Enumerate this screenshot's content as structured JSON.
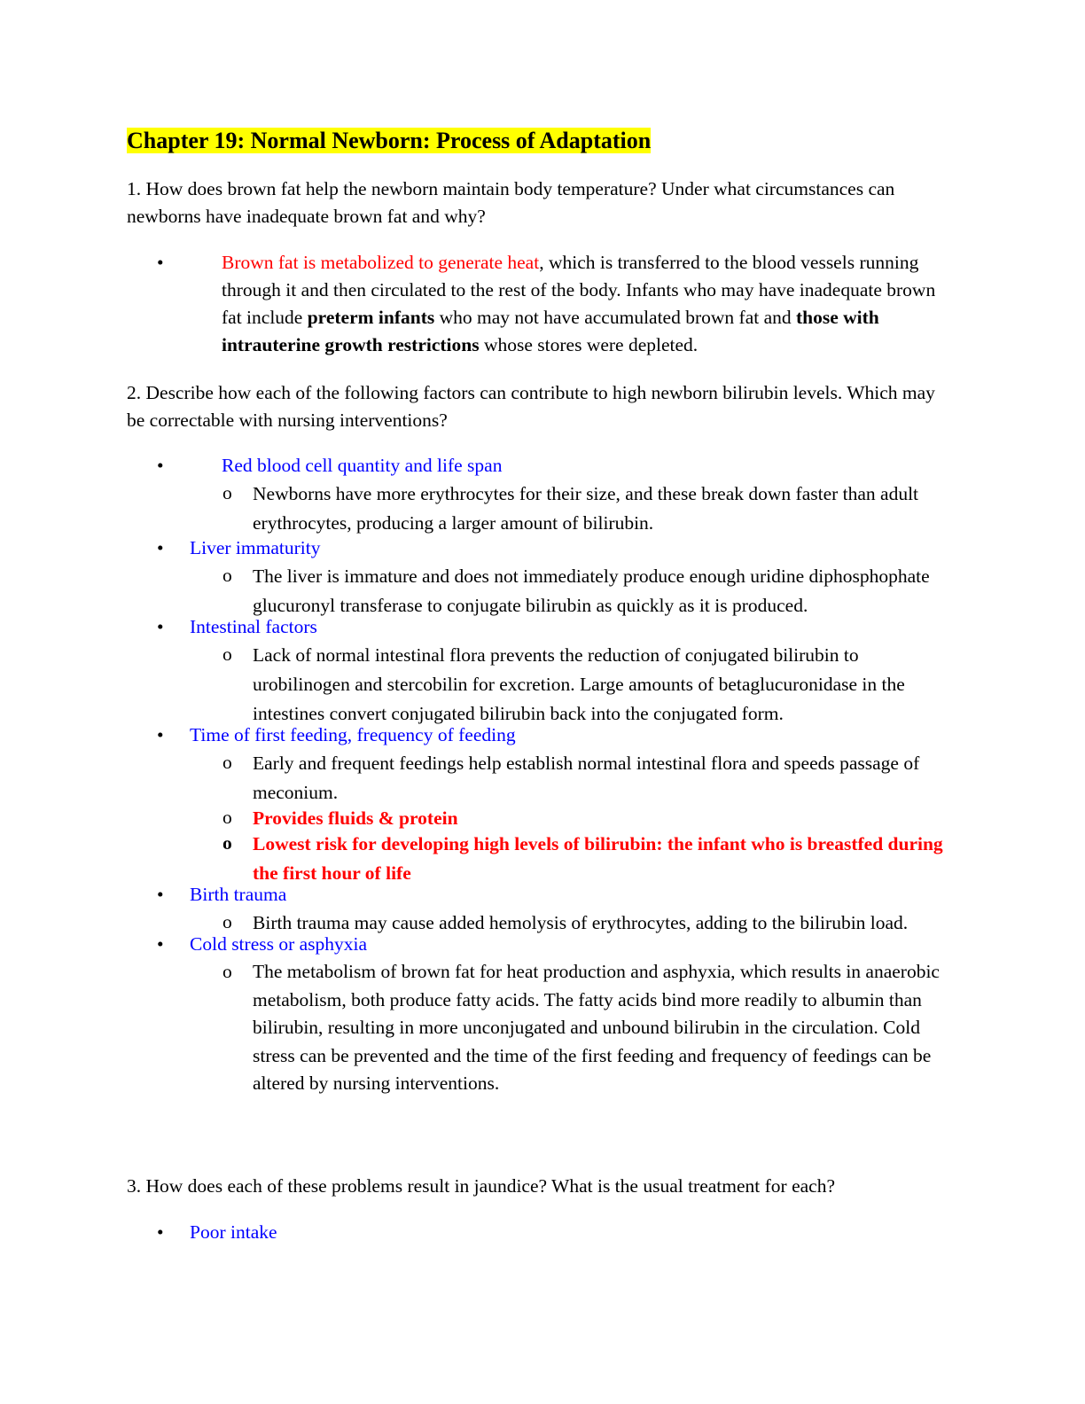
{
  "title": "Chapter 19:  Normal Newborn:  Process of Adaptation",
  "q1": {
    "text": "1.   How does brown fat help the newborn maintain body temperature? Under what circumstances can newborns have inadequate brown fat and why?",
    "answer": {
      "red_lead": "Brown fat is metabolized to generate heat",
      "part1": ", which is transferred to the blood vessels running through it and then circulated to the rest of the body. Infants who may have inadequate brown fat include ",
      "bold1": "preterm infants",
      "part2": " who may not have accumulated brown fat and ",
      "bold2": "those with intrauterine growth restrictions",
      "part3": " whose stores were depleted."
    }
  },
  "q2": {
    "text": "2.  Describe how each of the following factors can contribute to high newborn bilirubin levels. Which may be correctable with nursing interventions?",
    "factors": [
      {
        "label": "Red blood cell quantity and life span",
        "subs": [
          "Newborns have more erythrocytes for their size, and these break down faster than adult erythrocytes, producing a larger amount of bilirubin."
        ]
      },
      {
        "label": "Liver immaturity",
        "subs": [
          "The liver is immature and does not immediately produce enough uridine diphosphophate glucuronyl transferase to conjugate bilirubin as quickly as it is produced."
        ]
      },
      {
        "label": "Intestinal factors",
        "subs": [
          "Lack of normal intestinal flora prevents the reduction of conjugated bilirubin to urobilinogen and stercobilin for excretion. Large amounts of betaglucuronidase in the intestines convert conjugated bilirubin back into the conjugated form."
        ]
      },
      {
        "label": "Time of first feeding, frequency of feeding",
        "subs": [
          "Early and frequent feedings help establish normal intestinal flora and speeds passage of meconium.",
          "Provides fluids & protein",
          "Lowest risk for developing high levels of bilirubin: the infant who is breastfed during the first hour of life"
        ]
      },
      {
        "label": "Birth trauma",
        "subs": [
          "Birth trauma may cause added hemolysis of erythrocytes, adding to the bilirubin load."
        ]
      },
      {
        "label": "Cold stress or asphyxia",
        "subs": [
          "The metabolism of brown fat for heat production and asphyxia, which results in anaerobic metabolism, both produce fatty acids. The fatty acids bind more readily to albumin than bilirubin, resulting in more unconjugated and unbound bilirubin in the circulation. Cold stress can be prevented and the time of the first feeding and frequency of feedings can be altered by nursing interventions."
        ]
      }
    ]
  },
  "q3": {
    "text": "3.  How does each of these problems result in jaundice? What is the usual treatment for each?",
    "factors": [
      {
        "label": "Poor intake"
      }
    ]
  },
  "markers": {
    "bullet": "•",
    "sub": "o"
  },
  "colors": {
    "highlight": "#ffff00",
    "red": "#ff0000",
    "blue": "#0000ff"
  }
}
